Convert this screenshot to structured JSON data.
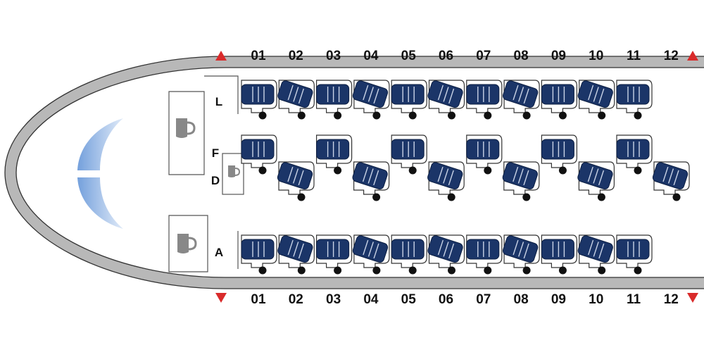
{
  "seat_map": {
    "rows": [
      "01",
      "02",
      "03",
      "04",
      "05",
      "06",
      "07",
      "08",
      "09",
      "10",
      "11",
      "12"
    ],
    "column_labels": {
      "left_window": "L",
      "center_upper": "F",
      "center_lower": "D",
      "right_window": "A"
    },
    "colors": {
      "seat_occupied": "#1b3568",
      "exit_marker": "#d92b2b",
      "fuselage": "#b5b5b5",
      "cockpit_window": "#a8c4e8"
    },
    "icons": [
      "galley-cup-icon",
      "exit-arrow-icon",
      "seat-icon"
    ]
  }
}
